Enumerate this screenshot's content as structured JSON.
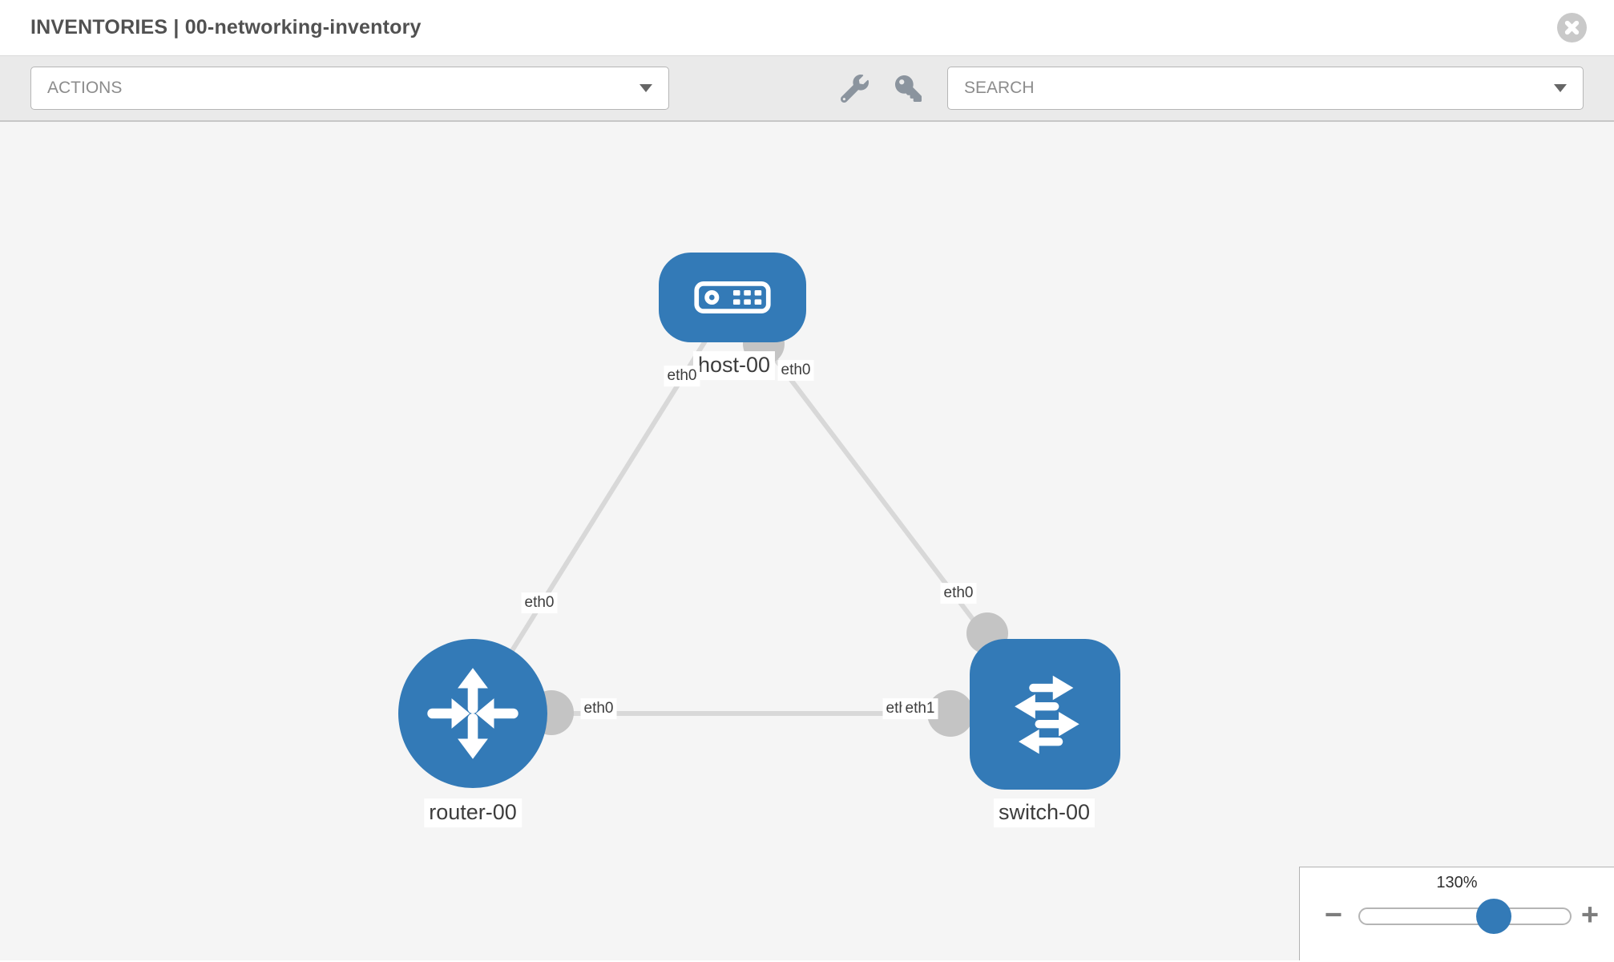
{
  "header": {
    "title": "INVENTORIES | 00-networking-inventory"
  },
  "toolbar": {
    "actions_placeholder": "ACTIONS",
    "search_placeholder": "SEARCH"
  },
  "topology": {
    "nodes": [
      {
        "label": "host-00",
        "type": "host"
      },
      {
        "label": "router-00",
        "type": "router"
      },
      {
        "label": "switch-00",
        "type": "switch"
      }
    ],
    "edge_labels": [
      {
        "text": "eth0",
        "position": "host-left"
      },
      {
        "text": "eth0",
        "position": "host-right"
      },
      {
        "text": "eth0",
        "position": "router-top-link"
      },
      {
        "text": "eth0",
        "position": "router-right-link"
      },
      {
        "text": "eth0",
        "position": "switch-top-link"
      },
      {
        "text": "eth1",
        "position": "switch-left-link-under"
      },
      {
        "text": "eth1",
        "position": "switch-left-link-over"
      }
    ]
  },
  "zoom_control": {
    "level": "130%",
    "minus_icon": "−",
    "plus_icon": "+"
  },
  "icons": {
    "close": "circle-x",
    "wrench": "wrench",
    "key": "key",
    "actions_caret": "triangle-down",
    "search_caret": "triangle-down"
  },
  "colors": {
    "node_blue": "#337ab7",
    "link_gray": "#d8d8d8",
    "connector_gray": "#c4c4c4",
    "toolbar_bg": "#eaeaea",
    "canvas_bg": "#f5f5f5"
  }
}
